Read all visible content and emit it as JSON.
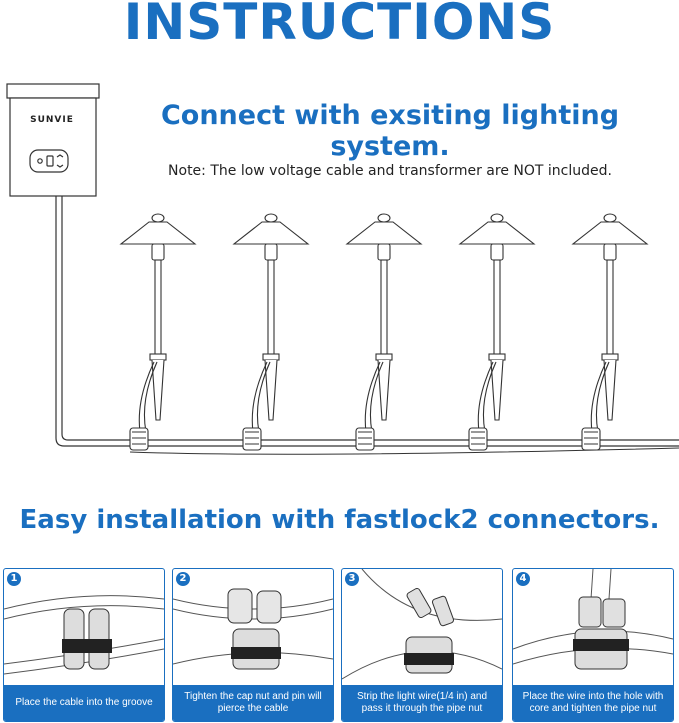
{
  "header": {
    "title": "INSTRUCTIONS",
    "subtitle": "Connect with exsiting lighting system.",
    "note": "Note: The low voltage cable and transformer are NOT included."
  },
  "transformer": {
    "brand": "SUNVIE"
  },
  "section2": {
    "title": "Easy installation with fastlock2 connectors."
  },
  "steps": [
    {
      "num": "1",
      "caption": "Place the cable into the groove"
    },
    {
      "num": "2",
      "caption": "Tighten the cap nut and pin will pierce the cable"
    },
    {
      "num": "3",
      "caption": "Strip the light wire(1/4 in) and pass it through the pipe nut"
    },
    {
      "num": "4",
      "caption": "Place the wire into the hole with core and tighten the pipe nut"
    }
  ],
  "colors": {
    "accent": "#1a6fc0",
    "line": "#333333"
  }
}
